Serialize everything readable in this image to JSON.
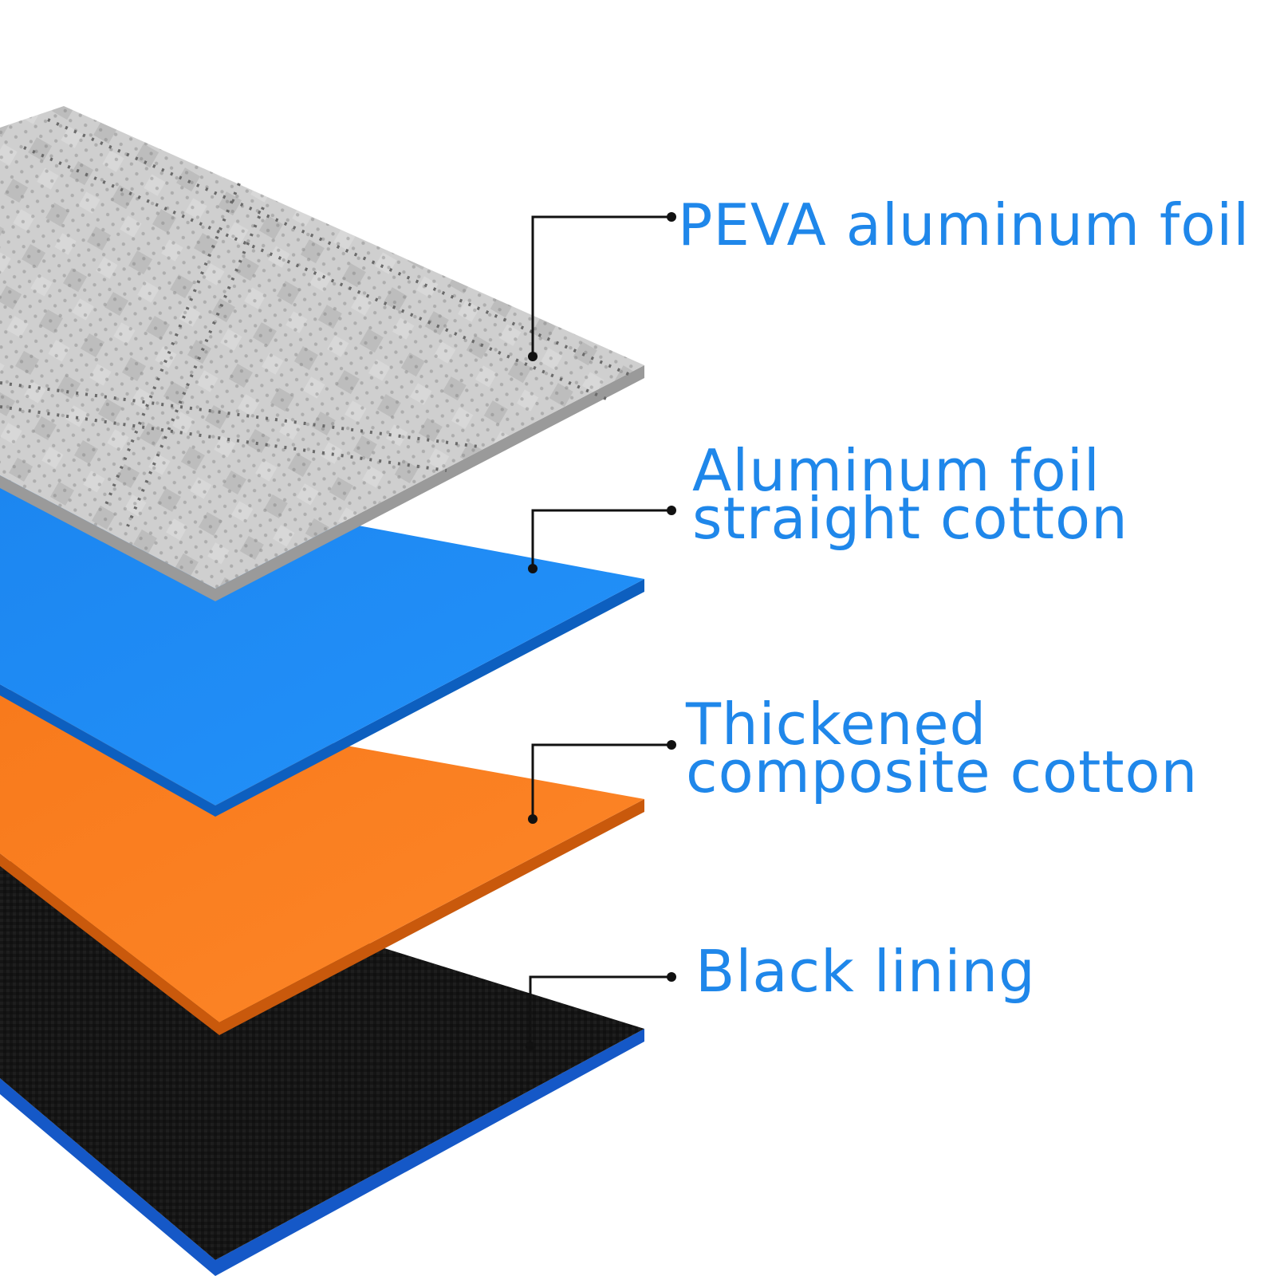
{
  "label_color": "#1f87ea",
  "leader_color": "#111111",
  "layers": [
    {
      "id": "peva-foil",
      "lines": [
        "PEVA aluminum foil"
      ],
      "face_color": "#c9c9c9",
      "edge_color": "#8a8a8a",
      "texture": "perforated-foil"
    },
    {
      "id": "foil-cotton",
      "lines": [
        "Aluminum foil",
        "straight cotton"
      ],
      "face_color": "#1f8ef5",
      "edge_color": "#0d5fbf",
      "texture": "none"
    },
    {
      "id": "composite-cotton",
      "lines": [
        "Thickened",
        "composite cotton"
      ],
      "face_color": "#fb8022",
      "edge_color": "#c9590c",
      "texture": "none"
    },
    {
      "id": "black-lining",
      "lines": [
        "Black lining"
      ],
      "face_color": "#141414",
      "edge_color": "#1558c7",
      "texture": "woven"
    }
  ]
}
